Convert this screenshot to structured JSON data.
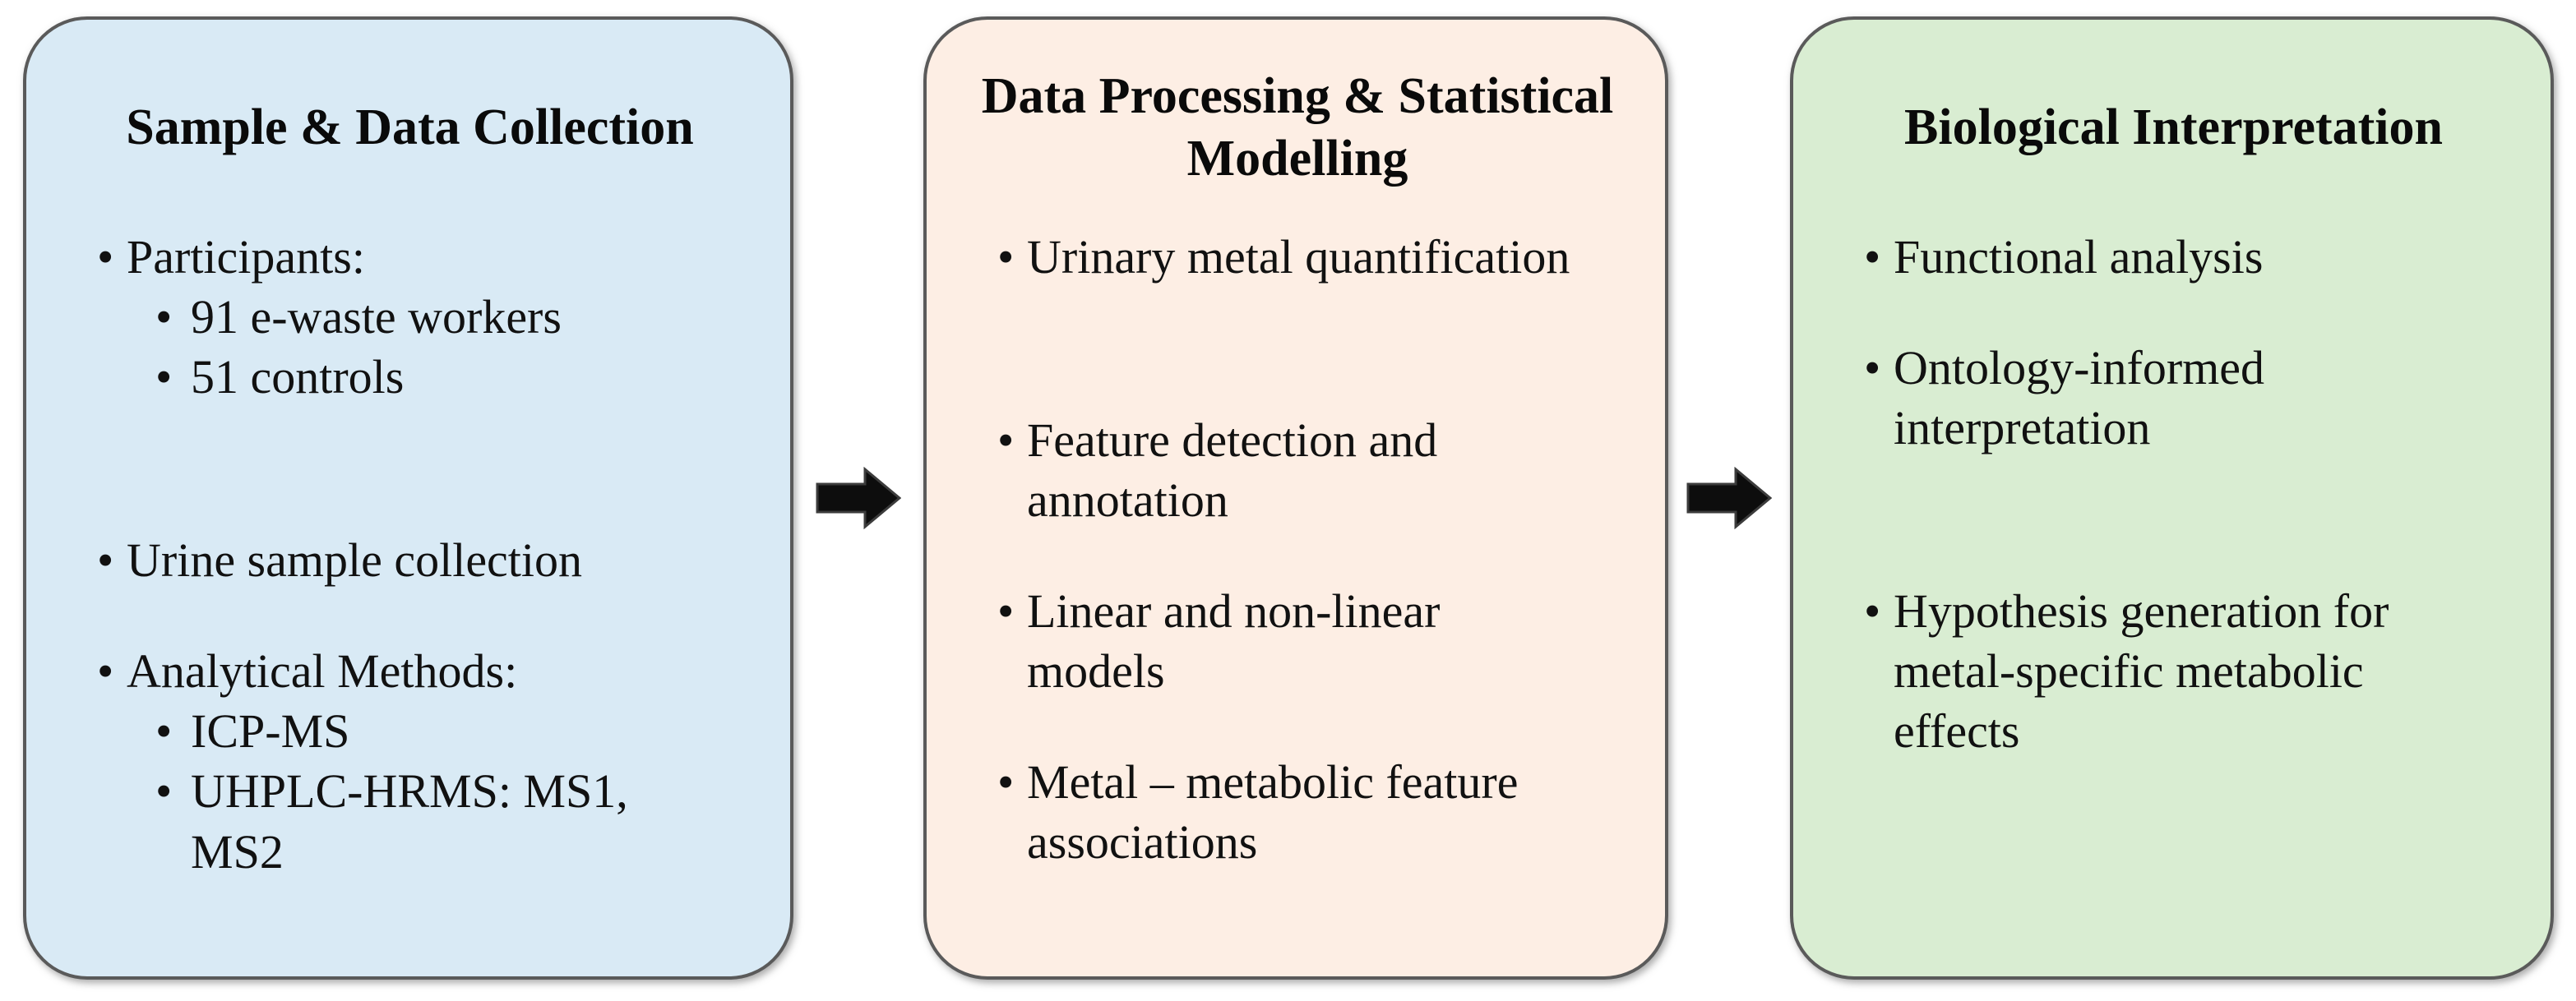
{
  "boxes": [
    {
      "id": "sample-data-collection",
      "title_lines": [
        "Sample & Data Collection"
      ],
      "bg": "#d9eaf5",
      "items": [
        {
          "lines": [
            "Participants:"
          ],
          "children": [
            {
              "lines": [
                "91 e-waste workers"
              ]
            },
            {
              "lines": [
                "51 controls"
              ]
            }
          ]
        },
        {
          "lines": [
            "Urine sample collection"
          ]
        },
        {
          "lines": [
            "Analytical Methods:"
          ],
          "children": [
            {
              "lines": [
                "ICP-MS"
              ]
            },
            {
              "lines": [
                "UHPLC-HRMS: MS1,",
                "MS2"
              ]
            }
          ]
        }
      ]
    },
    {
      "id": "data-processing-statistical-modelling",
      "title_lines": [
        "Data Processing & Statistical",
        "Modelling"
      ],
      "bg": "#fdeee4",
      "items": [
        {
          "lines": [
            "Urinary metal quantification"
          ]
        },
        {
          "lines": [
            "Feature detection and",
            "annotation"
          ]
        },
        {
          "lines": [
            "Linear and non-linear",
            "models"
          ]
        },
        {
          "lines": [
            "Metal – metabolic feature",
            "associations"
          ]
        }
      ]
    },
    {
      "id": "biological-interpretation",
      "title_lines": [
        "Biological Interpretation"
      ],
      "bg": "#d9edd2",
      "items": [
        {
          "lines": [
            "Functional analysis"
          ]
        },
        {
          "lines": [
            "Ontology-informed",
            "interpretation"
          ]
        },
        {
          "lines": [
            "Hypothesis generation for",
            "metal-specific metabolic",
            "effects"
          ]
        }
      ]
    }
  ],
  "arrows": [
    {
      "icon": "right-block-arrow"
    },
    {
      "icon": "right-block-arrow"
    }
  ],
  "colors": {
    "box_border": "#5a5a5a",
    "arrow_fill": "#0d0d0d",
    "arrow_outline": "#3c3c3c",
    "text": "#111111",
    "canvas_bg": "#ffffff"
  }
}
